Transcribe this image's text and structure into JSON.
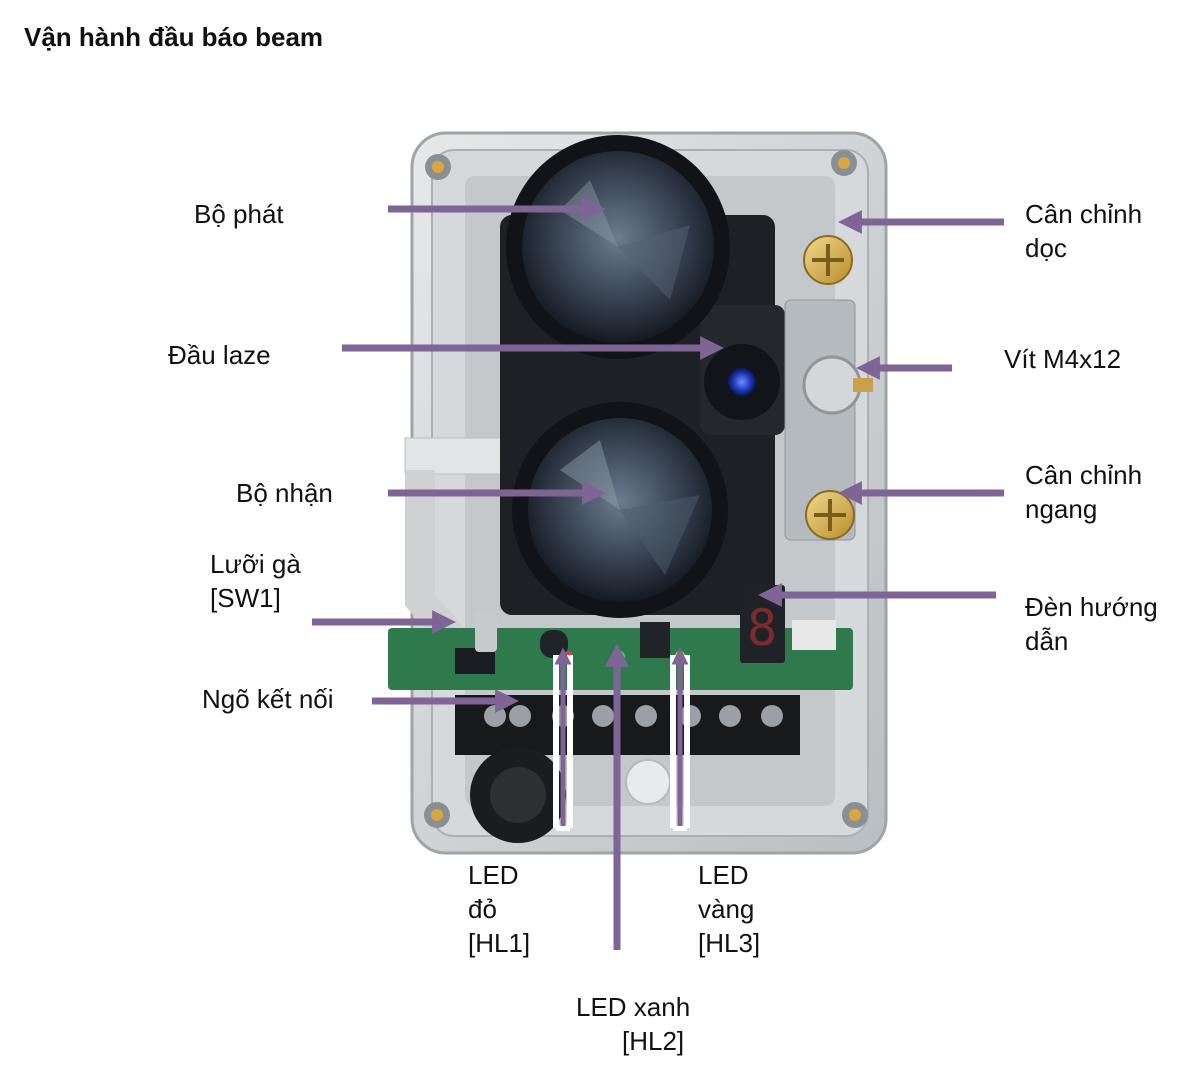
{
  "title": "Vận hành đầu báo beam",
  "colors": {
    "arrow": "#7e6596",
    "housing": "#cfd3d6",
    "lens": "#2c3440",
    "pcb": "#2f7a4c"
  },
  "labels": {
    "bo_phat": "Bộ phát",
    "dau_laze": "Đầu laze",
    "bo_nhan": "Bộ nhận",
    "luoi_ga": [
      "Lưỡi gà",
      "[SW1]"
    ],
    "ngo_ket_noi": "Ngõ kết nối",
    "can_chinh_doc": [
      "Cân chỉnh",
      "dọc"
    ],
    "vit": "Vít M4x12",
    "can_chinh_ngang": [
      "Cân chỉnh",
      "ngang"
    ],
    "den_huong_dan": [
      "Đèn hướng",
      "dẫn"
    ],
    "led_do": [
      "LED",
      "đỏ",
      "[HL1]"
    ],
    "led_vang": [
      "LED",
      "vàng",
      "[HL3]"
    ],
    "led_xanh": [
      "LED xanh",
      "[HL2]"
    ]
  }
}
